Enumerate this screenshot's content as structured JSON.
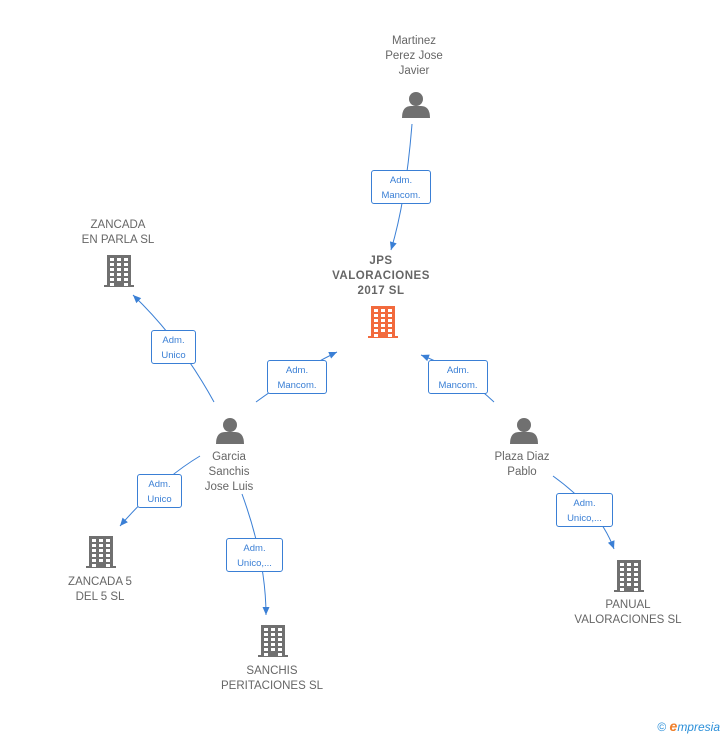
{
  "nodes": {
    "martinez": {
      "label_lines": [
        "Martinez",
        "Perez Jose",
        "Javier"
      ],
      "type": "person"
    },
    "jps": {
      "label_lines": [
        "JPS",
        "VALORACIONES",
        "2017  SL"
      ],
      "type": "company-main"
    },
    "zancada_parla": {
      "label_lines": [
        "ZANCADA",
        "EN PARLA  SL"
      ],
      "type": "company"
    },
    "garcia": {
      "label_lines": [
        "Garcia",
        "Sanchis",
        "Jose Luis"
      ],
      "type": "person"
    },
    "plaza": {
      "label_lines": [
        "Plaza Diaz",
        "Pablo"
      ],
      "type": "person"
    },
    "zancada5": {
      "label_lines": [
        "ZANCADA 5",
        "DEL 5  SL"
      ],
      "type": "company"
    },
    "sanchis": {
      "label_lines": [
        "SANCHIS",
        "PERITACIONES SL"
      ],
      "type": "company"
    },
    "panual": {
      "label_lines": [
        "PANUAL",
        "VALORACIONES SL"
      ],
      "type": "company"
    }
  },
  "edges": [
    {
      "id": "martinez-jps",
      "label_lines": [
        "Adm.",
        "Mancom."
      ]
    },
    {
      "id": "garcia-zancada_parla",
      "label_lines": [
        "Adm.",
        "Unico"
      ]
    },
    {
      "id": "garcia-jps",
      "label_lines": [
        "Adm.",
        "Mancom."
      ]
    },
    {
      "id": "plaza-jps",
      "label_lines": [
        "Adm.",
        "Mancom."
      ]
    },
    {
      "id": "garcia-zancada5",
      "label_lines": [
        "Adm.",
        "Unico"
      ]
    },
    {
      "id": "garcia-sanchis",
      "label_lines": [
        "Adm.",
        "Unico,..."
      ]
    },
    {
      "id": "plaza-panual",
      "label_lines": [
        "Adm.",
        "Unico,..."
      ]
    }
  ],
  "colors": {
    "person": "#707070",
    "company": "#707070",
    "company_main": "#f26a3d",
    "edge": "#3a7fd5"
  },
  "footer": {
    "copyright": "©",
    "brand_e": "e",
    "brand_rest": "mpresia"
  }
}
